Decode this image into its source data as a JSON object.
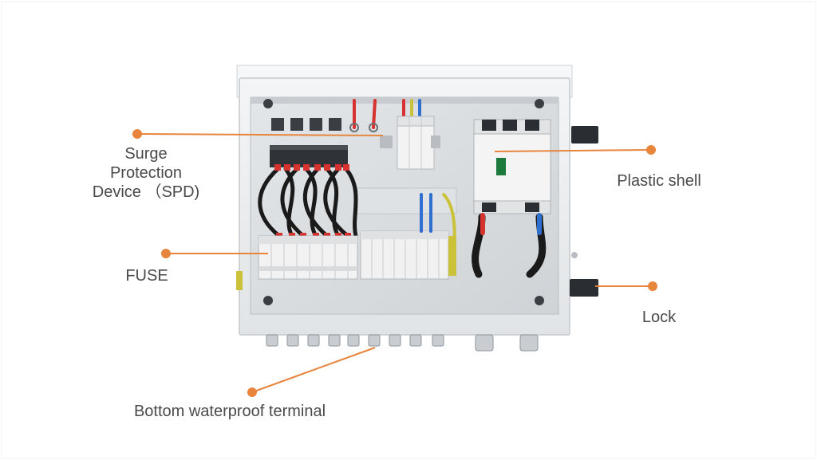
{
  "callouts": {
    "spd": {
      "lines": [
        "Surge",
        "Protection",
        "Device （SPD)"
      ]
    },
    "fuse": {
      "text": "FUSE"
    },
    "plastic_shell": {
      "text": "Plastic shell"
    },
    "lock": {
      "text": "Lock"
    },
    "bottom_terminal": {
      "text": "Bottom waterproof terminal"
    }
  },
  "colors": {
    "leader_line": "#e8853d",
    "label_text": "#4a4a4a",
    "enclosure": "#e9ecee",
    "backplate": "#d9dcdf",
    "breaker_body": "#f2f2f2",
    "cable_black": "#1a1a1a",
    "cable_red": "#d6322f",
    "cable_blue": "#2f6fd0",
    "cable_yellow_green": "#c9c23a"
  },
  "icons": [
    "din-rail",
    "fuse-holder",
    "spd-module",
    "molded-case-breaker",
    "cable-gland",
    "door-lock",
    "door-hinge"
  ]
}
